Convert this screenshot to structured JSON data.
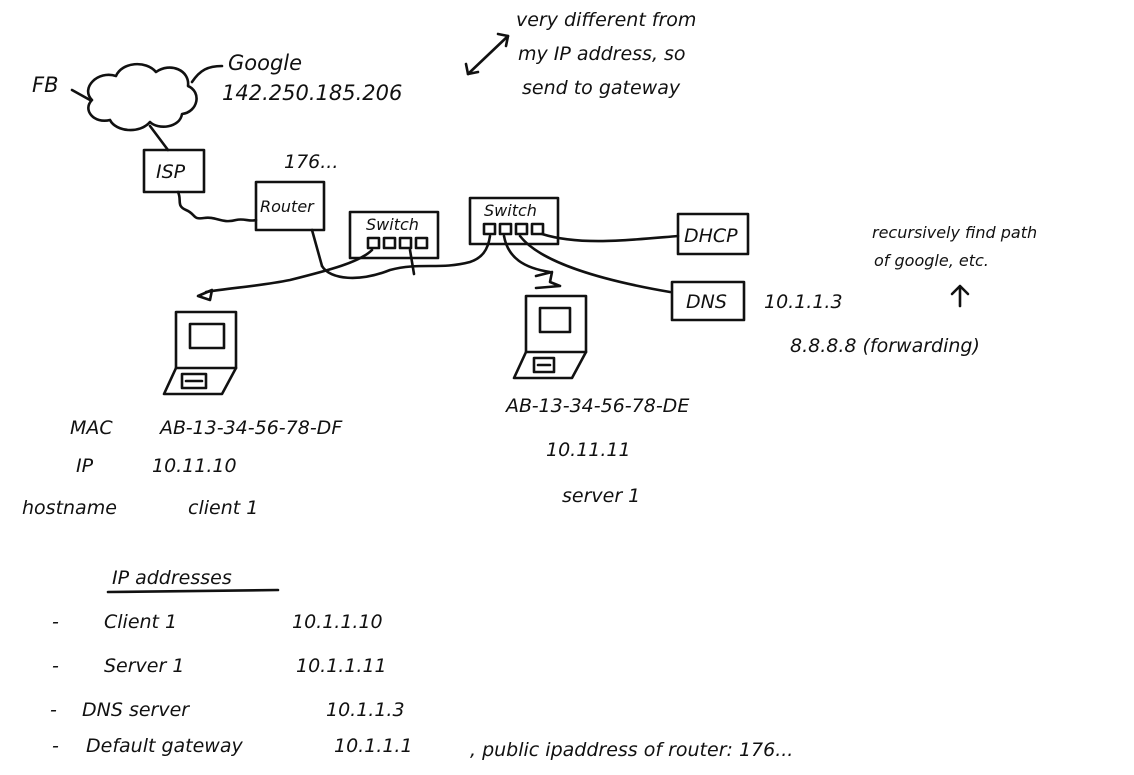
{
  "top": {
    "fb_label": "FB",
    "google_label": "Google",
    "google_ip": "142.250.185.206",
    "note_line1": "very different from",
    "note_line2": "my IP address, so",
    "note_line3": "send to gateway"
  },
  "devices": {
    "isp": "ISP",
    "router": "Router",
    "router_ip": "176...",
    "switch1": "Switch",
    "switch2": "Switch",
    "dhcp": "DHCP",
    "dns": "DNS"
  },
  "dns_info": {
    "ip": "10.1.1.3",
    "forwarding": "8.8.8.8 (forwarding)",
    "recursive_line1": "recursively find path",
    "recursive_line2": "of google, etc."
  },
  "client": {
    "mac_label": "MAC",
    "mac": "AB-13-34-56-78-DF",
    "ip_label": "IP",
    "ip": "10.11.10",
    "hostname_label": "hostname",
    "hostname": "client 1"
  },
  "server": {
    "mac": "AB-13-34-56-78-DE",
    "ip": "10.11.11",
    "name": "server 1"
  },
  "ip_list": {
    "heading": "IP addresses",
    "items": [
      {
        "bullet": "-",
        "name": "Client 1",
        "ip": "10.1.1.10"
      },
      {
        "bullet": "-",
        "name": "Server 1",
        "ip": "10.1.1.11"
      },
      {
        "bullet": "-",
        "name": "DNS server",
        "ip": "10.1.1.3"
      },
      {
        "bullet": "-",
        "name": "Default gateway",
        "ip": "10.1.1.1"
      }
    ],
    "public_note": ", public ipaddress of router: 176..."
  }
}
